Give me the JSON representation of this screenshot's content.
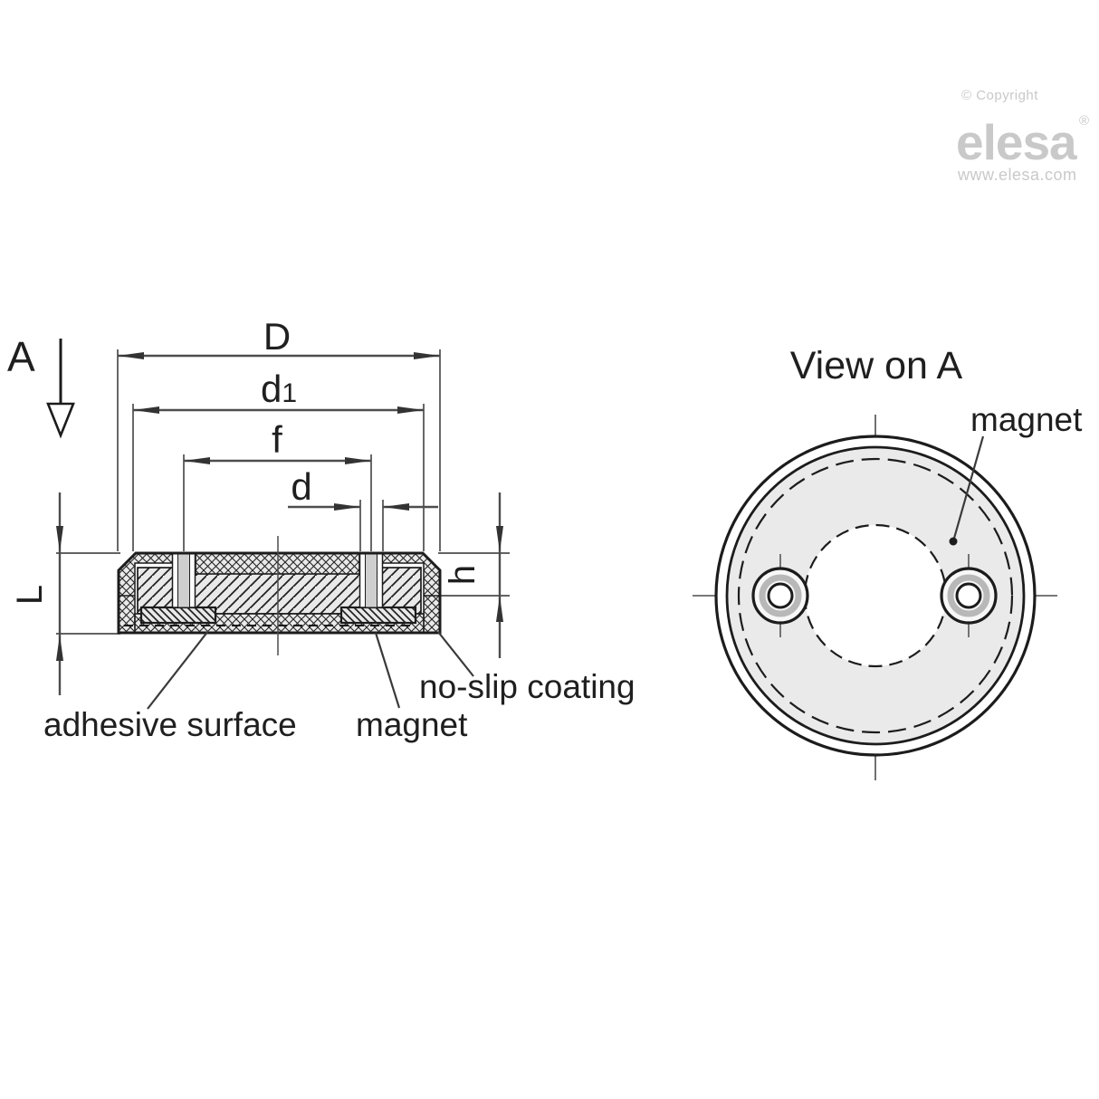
{
  "branding": {
    "copyright": "© Copyright",
    "logo_text": "elesa",
    "registered_mark": "®",
    "website": "www.elesa.com"
  },
  "section_view": {
    "view_label": "A",
    "dim_D": "D",
    "dim_d1_base": "d",
    "dim_d1_sub": "1",
    "dim_f": "f",
    "dim_d": "d",
    "dim_L": "L",
    "dim_h": "h",
    "label_adhesive": "adhesive surface",
    "label_magnet": "magnet",
    "label_no_slip": "no-slip coating"
  },
  "detail_view": {
    "title": "View on A",
    "label_magnet": "magnet"
  },
  "colors": {
    "outline": "#1c1c1c",
    "dim_line": "#4d4d4d",
    "hatch_fill": "#e9e9e9",
    "slot_fill": "#cfcfcf",
    "detail_fill": "#eaeaea",
    "hole_ring": "#b8b8b8",
    "logo_gray": "#c9c9c9"
  }
}
